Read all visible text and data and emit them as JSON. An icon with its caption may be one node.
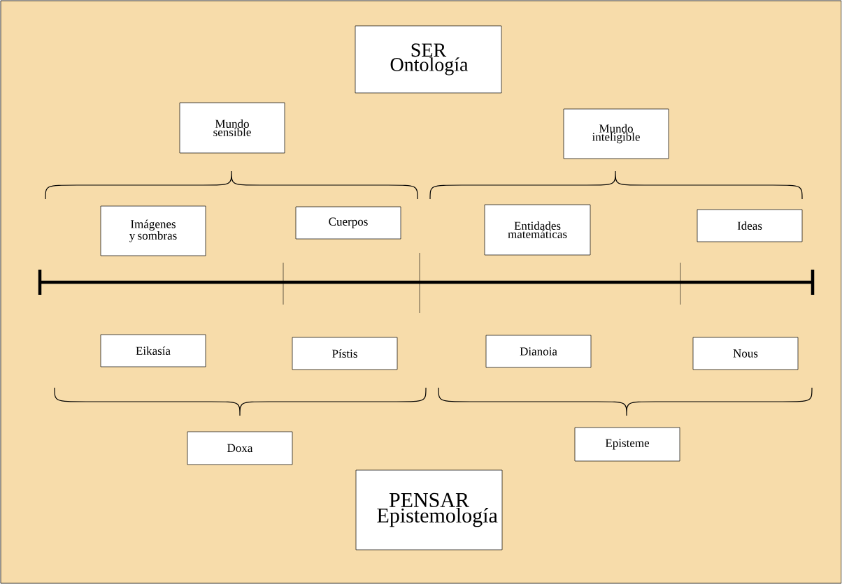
{
  "diagram": {
    "nodes": [
      {
        "text": [
          "SER Ontología"
        ]
      },
      {
        "text": [
          "Mundo sensible"
        ]
      },
      {
        "text": [
          "Mundo inteligible"
        ]
      },
      {
        "text": [
          "Imágenes y sombras"
        ]
      },
      {
        "text": [
          "Cuerpos"
        ]
      },
      {
        "text": [
          "Entidades matemáticas"
        ]
      },
      {
        "text": [
          "Ideas"
        ]
      },
      {
        "text": [
          "Eikasía"
        ]
      },
      {
        "text": [
          "Pístis"
        ]
      },
      {
        "text": [
          "Dianoia"
        ]
      },
      {
        "text": [
          "Nous"
        ]
      },
      {
        "text": [
          "Doxa"
        ]
      },
      {
        "text": [
          "Episteme"
        ]
      },
      {
        "text": [
          "PENSAR Epistemología"
        ]
      }
    ]
  }
}
